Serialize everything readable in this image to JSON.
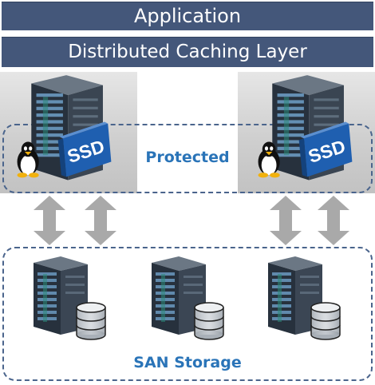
{
  "layers": {
    "application": "Application",
    "distributed_caching": "Distributed Caching Layer"
  },
  "cache_nodes": [
    {
      "os_icon": "linux-tux-icon",
      "device": "server-icon",
      "drive_label": "SSD"
    },
    {
      "os_icon": "linux-tux-icon",
      "device": "server-icon",
      "drive_label": "SSD"
    }
  ],
  "protected_zone": {
    "label": "Protected"
  },
  "storage": {
    "label": "SAN Storage",
    "nodes": [
      {
        "device": "server-icon",
        "disk": "database-icon"
      },
      {
        "device": "server-icon",
        "disk": "database-icon"
      },
      {
        "device": "server-icon",
        "disk": "database-icon"
      }
    ]
  },
  "colors": {
    "layer_bar": "#44577a",
    "accent_blue": "#2a74b8",
    "dashed_border": "#4a648c",
    "arrow_gray": "#a9a9a9",
    "ssd_blue": "#1f5fb0"
  }
}
